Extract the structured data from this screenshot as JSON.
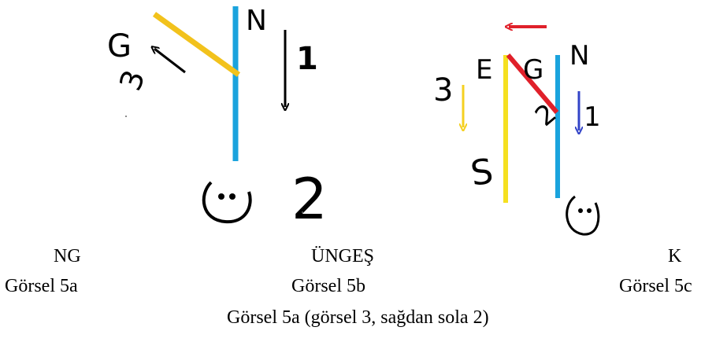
{
  "diagram_a": {
    "labels": {
      "north": "N",
      "sun": "G",
      "step_down": "1",
      "step_up": "3",
      "step_turn": "2"
    },
    "colors": {
      "post": "#1aa3dd",
      "shadow": "#f2c21c",
      "ink": "#000000"
    }
  },
  "diagram_b": {
    "labels": {
      "east": "E",
      "sun": "G",
      "north": "N",
      "south": "S",
      "step_one": "1",
      "step_two": "2",
      "step_three": "3"
    },
    "colors": {
      "red": "#e0202a",
      "yellow": "#f5e020",
      "blue": "#1aa3dd",
      "navy": "#3344c8",
      "arrow_yellow": "#f5d020"
    }
  },
  "captions": {
    "word_a": "NG",
    "word_b": "ÜNGEŞ",
    "word_c": "K",
    "fig_a": "Görsel 5a",
    "fig_b": "Görsel 5b",
    "fig_c": "Görsel 5c",
    "note": "Görsel 5a (görsel 3, sağdan sola 2)"
  }
}
